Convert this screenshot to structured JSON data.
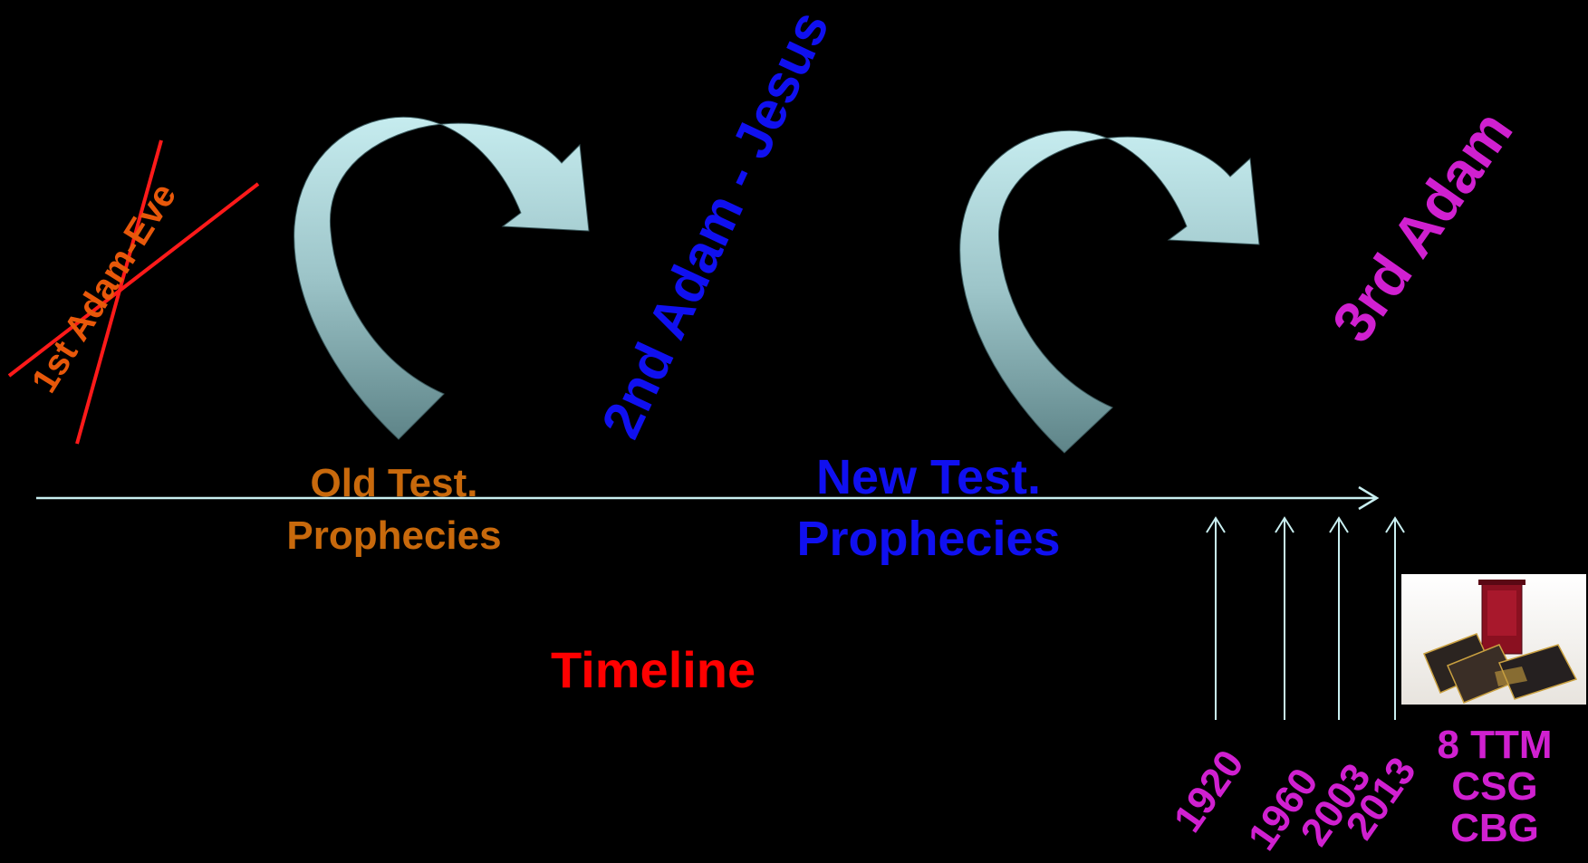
{
  "colors": {
    "background": "#000000",
    "timeline": "#c8eef0",
    "arrow_fill": "#b8e0e4",
    "first_adam": "#e8580a",
    "strike": "#ff1a1a",
    "second_adam": "#1010f0",
    "third_adam": "#d020d0",
    "old_test": "#c8690c",
    "new_test": "#1010f0",
    "timeline_title": "#ff0000"
  },
  "labels": {
    "first_adam": "1st Adam-Eve",
    "second_adam": "2nd Adam - Jesus",
    "third_adam": "3rd Adam",
    "old_test_line1": "Old Test.",
    "old_test_line2": "Prophecies",
    "new_test_line1": "New Test.",
    "new_test_line2": "Prophecies",
    "timeline_title": "Timeline"
  },
  "years": [
    "1920",
    "1960",
    "2003",
    "2013"
  ],
  "books_caption": [
    "8 TTM",
    "CSG",
    "CBG"
  ],
  "icons": {
    "curved_arrow": "curved-arrow-icon",
    "books": "books-photo"
  }
}
